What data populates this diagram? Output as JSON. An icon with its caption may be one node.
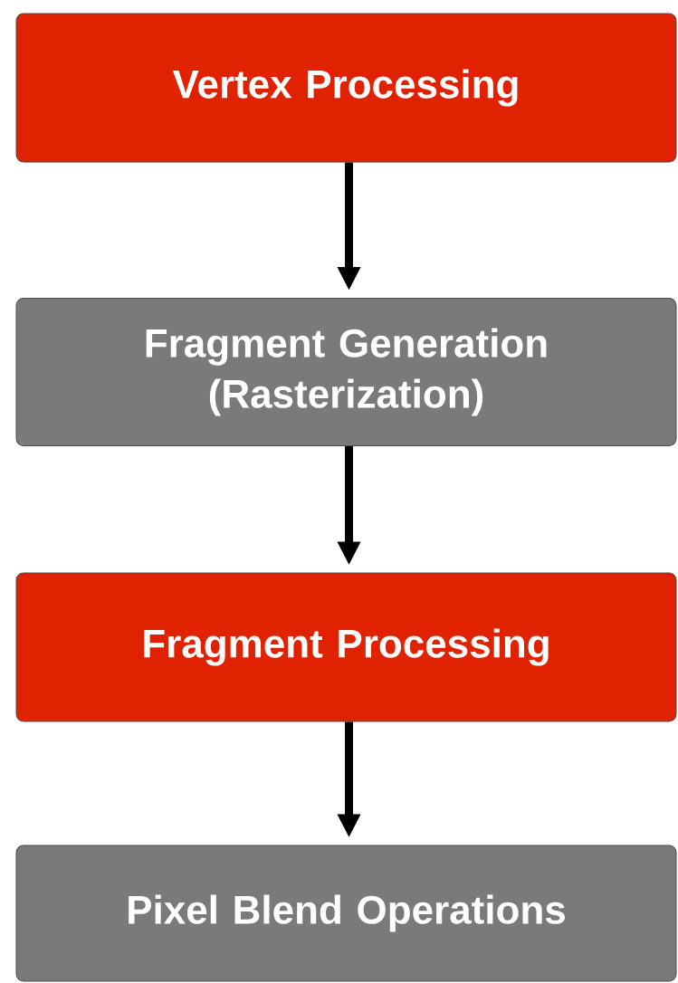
{
  "diagram": {
    "nodes": [
      {
        "text": [
          "Vertex Processing"
        ]
      },
      {
        "text": [
          "Fragment Generation (Rasterization)"
        ]
      },
      {
        "text": [
          "Fragment Processing"
        ]
      },
      {
        "text": [
          "Pixel Blend Operations"
        ]
      }
    ],
    "edges": [
      {
        "from": 0,
        "to": 1,
        "arrow": "to"
      },
      {
        "from": 1,
        "to": 2,
        "arrow": "to"
      },
      {
        "from": 2,
        "to": 3,
        "arrow": "to"
      }
    ]
  }
}
